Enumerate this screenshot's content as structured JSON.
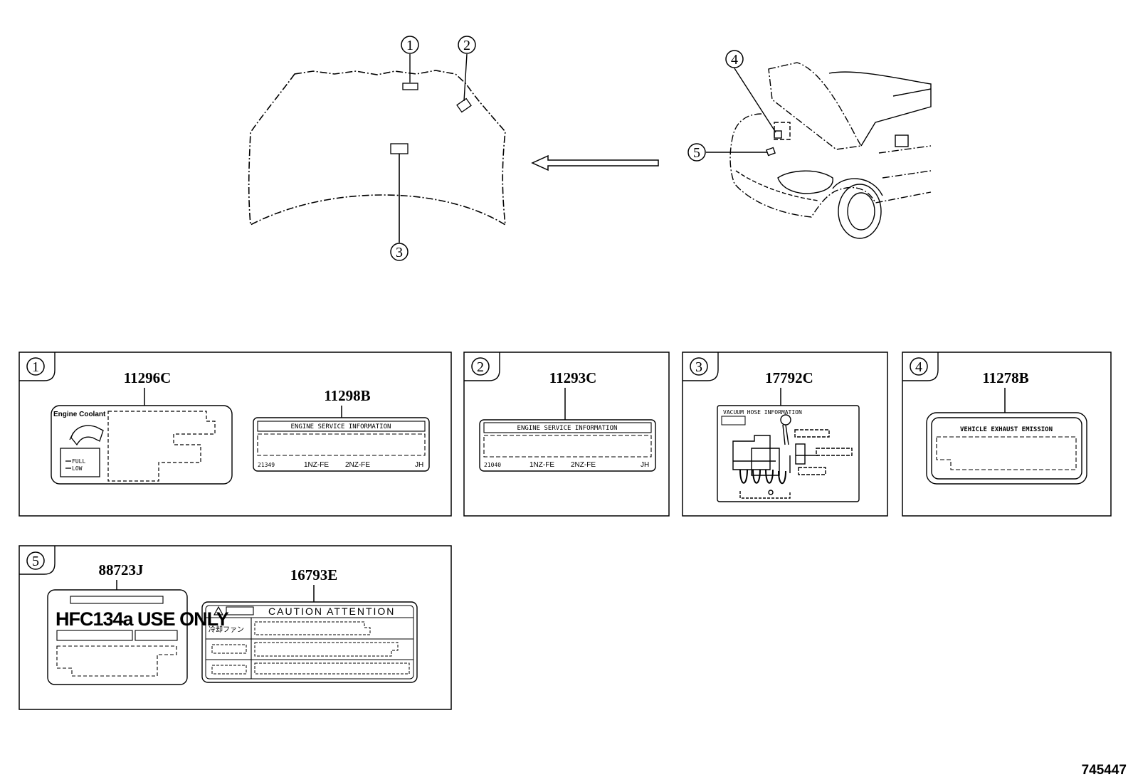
{
  "callouts": [
    "1",
    "2",
    "3",
    "4",
    "5"
  ],
  "panel1": {
    "num": "1",
    "part_a": "11296C",
    "part_b": "11298B",
    "coolant_title": "Engine Coolant",
    "full": "FULL",
    "low": "LOW",
    "service_title": "ENGINE SERVICE INFORMATION",
    "code": "21349",
    "engine_a": "1NZ-FE",
    "engine_b": "2NZ-FE",
    "suffix": "JH"
  },
  "panel2": {
    "num": "2",
    "part": "11293C",
    "service_title": "ENGINE SERVICE INFORMATION",
    "code": "21040",
    "engine_a": "1NZ-FE",
    "engine_b": "2NZ-FE",
    "suffix": "JH"
  },
  "panel3": {
    "num": "3",
    "part": "17792C",
    "title": "VACUUM HOSE INFORMATION"
  },
  "panel4": {
    "num": "4",
    "part": "11278B",
    "title": "VEHICLE EXHAUST EMISSION"
  },
  "panel5": {
    "num": "5",
    "part_a": "88723J",
    "part_b": "16793E",
    "hfc": "HFC134a USE ONLY",
    "caution": "CAUTION  ATTENTION",
    "fan": "冷却ファン"
  },
  "ref_number": "745447"
}
